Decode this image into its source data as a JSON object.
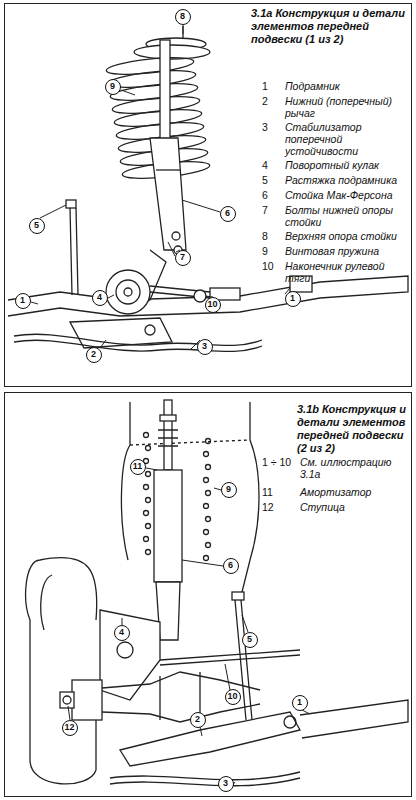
{
  "diagram": {
    "nodes": [
      {
        "text": [
          "3.1a Конструкция и детали элементов передней подвески (1 из 2)"
        ]
      },
      {
        "text": [
          "8"
        ],
        "in": 0
      },
      {
        "text": [
          "9"
        ],
        "in": 0
      },
      {
        "text": [
          "6"
        ],
        "in": 0
      },
      {
        "text": [
          "7"
        ],
        "in": 0
      },
      {
        "text": [
          "5"
        ],
        "in": 0
      },
      {
        "text": [
          "4"
        ],
        "in": 0
      },
      {
        "text": [
          "10"
        ],
        "in": 0
      },
      {
        "text": [
          "1"
        ],
        "in": 0
      },
      {
        "text": [
          "1"
        ],
        "in": 0
      },
      {
        "text": [
          "2"
        ],
        "in": 0
      },
      {
        "text": [
          "3"
        ],
        "in": 0
      },
      {
        "text": [
          "3.1b Конструкция и детали элементов передней подвески (2 из 2)"
        ]
      },
      {
        "text": [
          "11"
        ],
        "in": 12
      },
      {
        "text": [
          "9"
        ],
        "in": 12
      },
      {
        "text": [
          "6"
        ],
        "in": 12
      },
      {
        "text": [
          "5"
        ],
        "in": 12
      },
      {
        "text": [
          "4"
        ],
        "in": 12
      },
      {
        "text": [
          "10"
        ],
        "in": 12
      },
      {
        "text": [
          "2"
        ],
        "in": 12
      },
      {
        "text": [
          "1"
        ],
        "in": 12
      },
      {
        "text": [
          "12"
        ],
        "in": 12
      },
      {
        "text": [
          "3"
        ],
        "in": 12
      }
    ],
    "labels": [
      "1",
      "Подрамник",
      "2",
      "Нижний (поперечный) рычаг",
      "3",
      "Стабилизатор поперечной устойчивости",
      "4",
      "Поворотный кулак",
      "5",
      "Растяжка подрамника",
      "6",
      "Стойка Мак-Ферсона",
      "7",
      "Болты нижней опоры стойки",
      "8",
      "Верхняя опора стойки",
      "9",
      "Винтовая пружина",
      "10",
      "Наконечник рулевой тяги",
      "1 ÷ 10",
      "См. иллюстрацию 3.1a",
      "11",
      "Амортизатор",
      "12",
      "Ступица"
    ]
  }
}
